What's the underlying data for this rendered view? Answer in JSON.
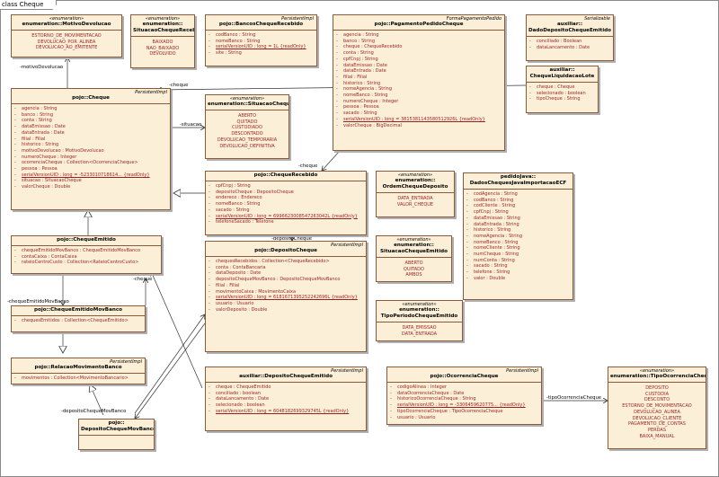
{
  "tab_title": "class Cheque",
  "labels": {
    "motivo": "-motivoDevolucao",
    "cheque_liq": "-cheque",
    "situacao": "-situacao",
    "cheque_rec": "-cheque",
    "cheque_dep": "-cheque",
    "deposito_cheque": "-depositoCheque",
    "cheque_emitido": "-chequeEmitidoMovBanco",
    "deposito_mov": "-depositoChequeMovBanco",
    "tipo_ocorr": "-tipoOcorrenciaCheque"
  },
  "classes": {
    "motivo": {
      "stereo": "«enumeration»",
      "name": "enumeration::MotivoDevolucao",
      "values": [
        "ESTORNO_DE_MOVIMENTACAO",
        "DEVOLUCAO_POR_ALINEA",
        "DEVOLUCAO_AO_EMITENTE"
      ]
    },
    "sitrec": {
      "stereo": "«enumeration»",
      "name": "enumeration::\nSituacaoChequeRecebido",
      "values": [
        "BAIXADO",
        "NAO_BAIXADO",
        "DEVOLVIDO"
      ]
    },
    "bancos": {
      "tag": "PersistentImpl",
      "name": "pojo::BancosChequeRecebido",
      "attrs": [
        {
          "v": "-",
          "t": "codBanco : String"
        },
        {
          "v": "-",
          "t": "nomeBanco : String"
        },
        {
          "v": "-",
          "t": "serialVersionUID : long = 1L {readOnly}",
          "st": true
        },
        {
          "v": "-",
          "t": "site : String"
        }
      ]
    },
    "pagamento": {
      "tag": "FormaPagamentoPedido",
      "name": "pojo::PagamentoPedidoCheque",
      "attrs": [
        {
          "v": "-",
          "t": "agencia : String"
        },
        {
          "v": "-",
          "t": "banco : String"
        },
        {
          "v": "-",
          "t": "cheque : ChequeRecebido"
        },
        {
          "v": "-",
          "t": "conta : String"
        },
        {
          "v": "-",
          "t": "cpfCnpj : String"
        },
        {
          "v": "-",
          "t": "dataEmissao : Date"
        },
        {
          "v": "-",
          "t": "dataEntrada : Date"
        },
        {
          "v": "-",
          "t": "filial : Filial"
        },
        {
          "v": "-",
          "t": "historico : String"
        },
        {
          "v": "-",
          "t": "nomeAgencia : String"
        },
        {
          "v": "-",
          "t": "nomeBanco : String"
        },
        {
          "v": "-",
          "t": "numeroCheque : Integer"
        },
        {
          "v": "-",
          "t": "pessoa : Pessoa"
        },
        {
          "v": "-",
          "t": "sacado : String"
        },
        {
          "v": "-",
          "t": "serialVersionUID : long = 3815381143580512926L {readOnly}",
          "st": true
        },
        {
          "v": "-",
          "t": "valorCheque : BigDecimal"
        }
      ]
    },
    "dadosdep": {
      "tag": "Serializable",
      "name": "auxiliar::\nDadoDepositoChequeEmitido",
      "attrs": [
        {
          "v": "-",
          "t": "conciliado : Boolean"
        },
        {
          "v": "-",
          "t": "dataLancamento : Date"
        }
      ]
    },
    "liquidacao": {
      "name": "auxiliar::\nChequeLiquidacaoLote",
      "attrs": [
        {
          "v": "-",
          "t": "cheque : Cheque"
        },
        {
          "v": "-",
          "t": "selecionado : boolean"
        },
        {
          "v": "-",
          "t": "tipoCheque : String"
        }
      ]
    },
    "cheque": {
      "tag": "PersistentImpl",
      "name": "pojo::Cheque",
      "attrs": [
        {
          "v": "-",
          "t": "agencia : String"
        },
        {
          "v": "-",
          "t": "banco : String"
        },
        {
          "v": "-",
          "t": "conta : String"
        },
        {
          "v": "-",
          "t": "dataEmissao : Date"
        },
        {
          "v": "-",
          "t": "dataEntrada : Date"
        },
        {
          "v": "-",
          "t": "filial : Filial"
        },
        {
          "v": "-",
          "t": "historico : String"
        },
        {
          "v": "-",
          "t": "motivoDevolucao : MotivoDevolucao"
        },
        {
          "v": "-",
          "t": "numeroCheque : Integer"
        },
        {
          "v": "-",
          "t": "ocorrenciaCheque : Collection<OcorrenciaCheque>"
        },
        {
          "v": "-",
          "t": "pessoa : Pessoa"
        },
        {
          "v": "-",
          "t": "serialVersionUID : long = -5233010718614... {readOnly}",
          "st": true
        },
        {
          "v": "-",
          "t": "situacao : SituacaoCheque"
        },
        {
          "v": "-",
          "t": "valorCheque : Double"
        }
      ]
    },
    "sitcheque": {
      "stereo": "«enumeration»",
      "name": "enumeration::SituacaoCheque",
      "values": [
        "ABERTO",
        "QUITADO",
        "CUSTODIADO",
        "DESCONTADO",
        "DEVOLUCAO_TEMPORARIA",
        "DEVOLUCAO_DEFINITIVA"
      ]
    },
    "recebido": {
      "name": "pojo::ChequeRecebido",
      "attrs": [
        {
          "v": "-",
          "t": "cpfCnpj : String"
        },
        {
          "v": "-",
          "t": "depositoCheque : DepositoCheque"
        },
        {
          "v": "-",
          "t": "endereco : Endereco"
        },
        {
          "v": "-",
          "t": "nomeBanco : String"
        },
        {
          "v": "-",
          "t": "sacado : String"
        },
        {
          "v": "-",
          "t": "serialVersionUID : long = 6996623008547263042L {readOnly}",
          "st": true
        },
        {
          "v": "-",
          "t": "telefoneSacado : Telefone"
        }
      ]
    },
    "ordem": {
      "stereo": "«enumeration»",
      "name": "enumeration::\nOrdemChequeDeposito",
      "values": [
        "DATA_ENTRADA",
        "VALOR_CHEQUE"
      ]
    },
    "pedidojava": {
      "name": "pedidoJava::\nDadosChequesJavaImportacaoECF",
      "attrs": [
        {
          "v": "-",
          "t": "codAgencia : String"
        },
        {
          "v": "-",
          "t": "codBanco : String"
        },
        {
          "v": "-",
          "t": "codCliente : String"
        },
        {
          "v": "-",
          "t": "cpfCnpj : String"
        },
        {
          "v": "-",
          "t": "dataEmissao : String"
        },
        {
          "v": "-",
          "t": "dataEntrada : String"
        },
        {
          "v": "-",
          "t": "historico : String"
        },
        {
          "v": "-",
          "t": "nomeAgencia : String"
        },
        {
          "v": "-",
          "t": "nomeBanco : String"
        },
        {
          "v": "-",
          "t": "nomeCliente : String"
        },
        {
          "v": "-",
          "t": "numCheque : String"
        },
        {
          "v": "-",
          "t": "numConta : String"
        },
        {
          "v": "-",
          "t": "sacado : String"
        },
        {
          "v": "-",
          "t": "telefone : String"
        },
        {
          "v": "-",
          "t": "valor : Double"
        }
      ]
    },
    "sitemit": {
      "stereo": "«enumeration»",
      "name": "enumeration::\nSituacaoChequeEmitido",
      "values": [
        "ABERTO",
        "QUITADO",
        "AMBOS"
      ]
    },
    "emitido": {
      "name": "pojo::ChequeEmitido",
      "attrs": [
        {
          "v": "-",
          "t": "chequeEmitidoMovBanco : ChequeEmitidoMovBanco"
        },
        {
          "v": "-",
          "t": "contaCaixa : ContaCaixa"
        },
        {
          "v": "-",
          "t": "rateioCentroCusto : Collection<RateioCentroCusto>"
        }
      ]
    },
    "deposito": {
      "tag": "PersistentImpl",
      "name": "pojo::DepositoCheque",
      "attrs": [
        {
          "v": "-",
          "t": "chequesRecebidos : Collection<ChequeRecebido>"
        },
        {
          "v": "-",
          "t": "conta : ContaBancaria"
        },
        {
          "v": "-",
          "t": "dataDeposito : Date"
        },
        {
          "v": "-",
          "t": "depositoChequeMovBanco : DepositoChequeMovBanco"
        },
        {
          "v": "-",
          "t": "filial : Filial"
        },
        {
          "v": "-",
          "t": "movimentoCaixa : MovimentoCaixa"
        },
        {
          "v": "-",
          "t": "serialVersionUID : long = 6181671395252242696L {readOnly}",
          "st": true
        },
        {
          "v": "-",
          "t": "usuario : Usuario"
        },
        {
          "v": "-",
          "t": "valorDeposito : Double"
        }
      ]
    },
    "tipoper": {
      "stereo": "«enumeration»",
      "name": "enumeration::\nTipoPeriodoChequeEmitido",
      "values": [
        "DATA_EMISSAO",
        "DATA_ENTRADA"
      ]
    },
    "emitmov": {
      "name": "pojo::ChequeEmitidoMovBanco",
      "attrs": [
        {
          "v": "-",
          "t": "chequesEmitidos : Collection<ChequeEmitido>"
        }
      ]
    },
    "relacao": {
      "tag": "PersistentImpl",
      "name": "pojo::RelacaoMovimentoBanco",
      "attrs": [
        {
          "v": "-",
          "t": "movimentos : Collection<MovimentoBancario>"
        }
      ]
    },
    "depmov": {
      "name": "pojo::\nDepositoChequeMovBanco",
      "attrs": []
    },
    "auxdep": {
      "tag": "PersistentImpl",
      "name": "auxiliar::DepositoChequeEmitido",
      "attrs": [
        {
          "v": "-",
          "t": "cheque : ChequeEmitido"
        },
        {
          "v": "-",
          "t": "conciliado : boolean"
        },
        {
          "v": "-",
          "t": "dataLancamento : Date"
        },
        {
          "v": "-",
          "t": "selecionado : boolean"
        },
        {
          "v": "-",
          "t": "serialVersionUID : long = 6048182699329745L {readOnly}",
          "st": true
        }
      ]
    },
    "ocorrencia": {
      "tag": "PersistentImpl",
      "name": "pojo::OcorrenciaCheque",
      "attrs": [
        {
          "v": "-",
          "t": "codigoAlinea : Integer"
        },
        {
          "v": "-",
          "t": "dataOcorrenciaCheque : Date"
        },
        {
          "v": "-",
          "t": "historicoOcorrenciaCheque : String"
        },
        {
          "v": "-",
          "t": "serialVersionUID : long = -3306459620775... {readOnly}",
          "st": true
        },
        {
          "v": "-",
          "t": "tipoOcorrenciaCheque : TipoOcorrenciaCheque"
        },
        {
          "v": "-",
          "t": "usuario : Usuario"
        }
      ]
    },
    "tipoocorr": {
      "stereo": "«enumeration»",
      "name": "enumeration::TipoOcorrenciaCheque",
      "values": [
        "DEPOSITO",
        "CUSTODIA",
        "DESCONTO",
        "ESTORNO_DE_MOVIMENTACAO",
        "DEVOLUCAO_ALINEA",
        "DEVOLUCAO_CLIENTE",
        "PAGAMENTO_DE_CONTAS",
        "PERDAS",
        "BAIXA_MANUAL"
      ]
    }
  }
}
